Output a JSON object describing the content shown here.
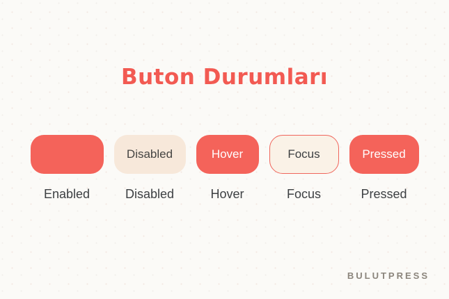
{
  "page": {
    "title": "Buton Durumları",
    "brand": "BULUTPRESS"
  },
  "colors": {
    "accent_coral": "#f4635a",
    "title_coral": "#f25a52",
    "disabled_button_bg": "#f7e8da",
    "focus_button_bg": "#faf2e7",
    "focus_border": "#f0655b",
    "caption_text": "#3d4043",
    "brand_text": "#8b857c",
    "page_background": "#fbfaf7"
  },
  "buttons": [
    {
      "state": "enabled",
      "button_label": "",
      "caption": "Enabled",
      "variant": "solid"
    },
    {
      "state": "disabled",
      "button_label": "Disabled",
      "caption": "Disabled",
      "variant": "disabled"
    },
    {
      "state": "hover",
      "button_label": "Hover",
      "caption": "Hover",
      "variant": "solid"
    },
    {
      "state": "focus",
      "button_label": "Focus",
      "caption": "Focus",
      "variant": "outline"
    },
    {
      "state": "pressed",
      "button_label": "Pressed",
      "caption": "Pressed",
      "variant": "solid"
    }
  ]
}
